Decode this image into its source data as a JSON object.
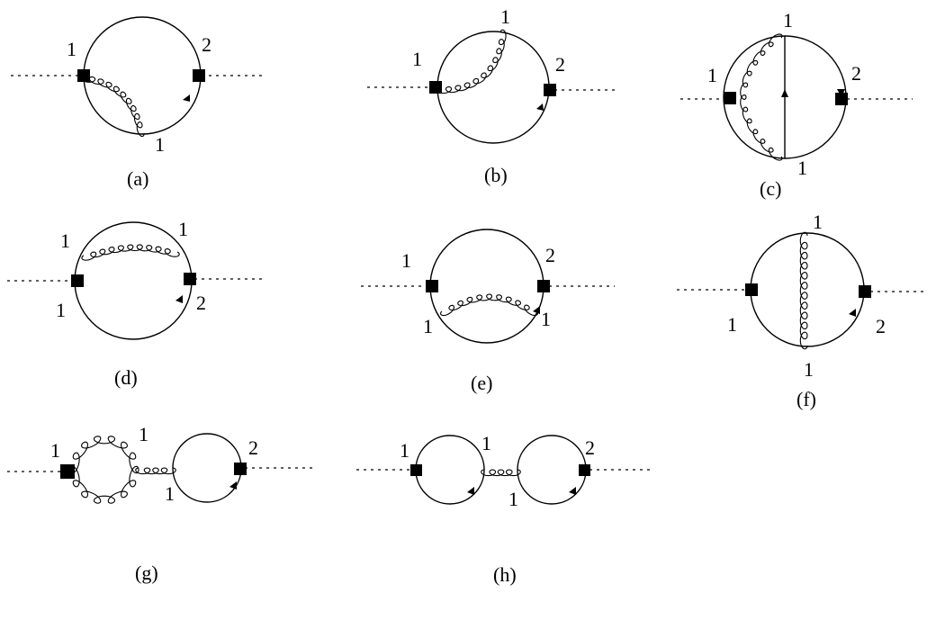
{
  "diagrams": [
    {
      "id": "a",
      "caption": "(a)",
      "labels": [
        "1",
        "2",
        "1"
      ]
    },
    {
      "id": "b",
      "caption": "(b)",
      "labels": [
        "1",
        "1",
        "2"
      ]
    },
    {
      "id": "c",
      "caption": "(c)",
      "labels": [
        "1",
        "1",
        "2",
        "1"
      ]
    },
    {
      "id": "d",
      "caption": "(d)",
      "labels": [
        "1",
        "1",
        "1",
        "2"
      ]
    },
    {
      "id": "e",
      "caption": "(e)",
      "labels": [
        "1",
        "2",
        "1",
        "1"
      ]
    },
    {
      "id": "f",
      "caption": "(f)",
      "labels": [
        "1",
        "1",
        "2",
        "1"
      ]
    },
    {
      "id": "g",
      "caption": "(g)",
      "labels": [
        "1",
        "1",
        "2",
        "1"
      ]
    },
    {
      "id": "h",
      "caption": "(h)",
      "labels": [
        "1",
        "1",
        "2",
        "1"
      ]
    }
  ]
}
